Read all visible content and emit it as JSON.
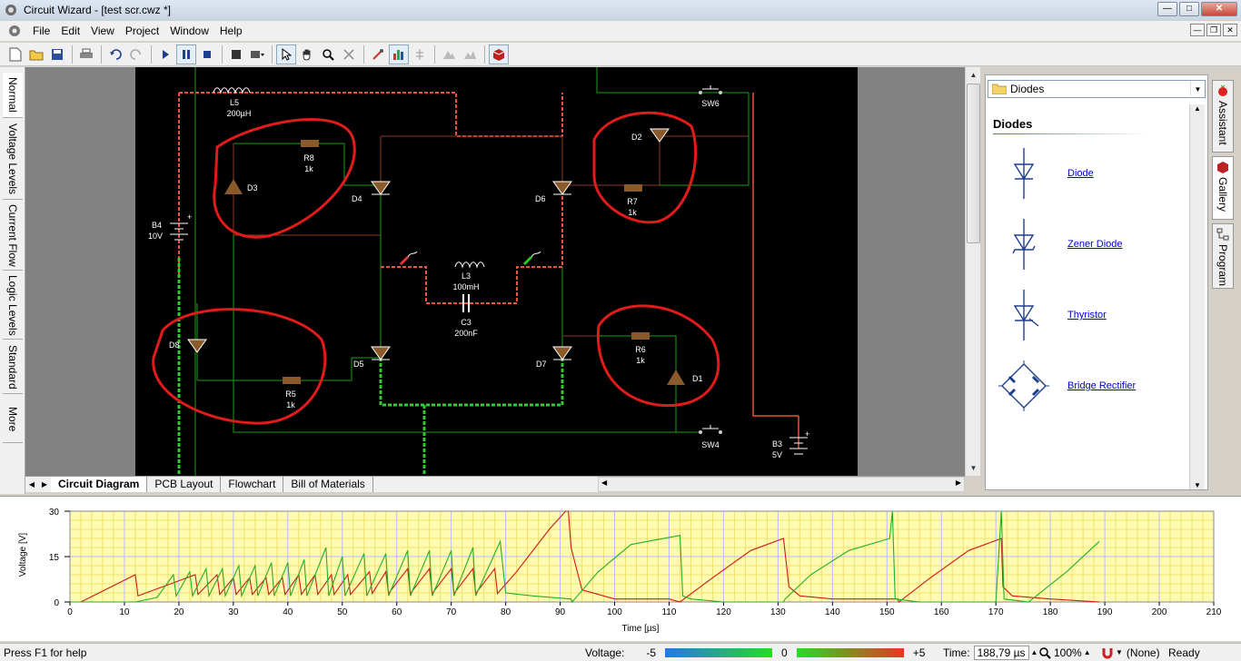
{
  "window": {
    "title": "Circuit Wizard - [test scr.cwz *]"
  },
  "menu": {
    "items": [
      "File",
      "Edit",
      "View",
      "Project",
      "Window",
      "Help"
    ]
  },
  "left_tabs": [
    "Normal",
    "Voltage Levels",
    "Current Flow",
    "Logic Levels",
    "Standard",
    "More"
  ],
  "bottom_tabs": [
    "Circuit Diagram",
    "PCB Layout",
    "Flowchart",
    "Bill of Materials"
  ],
  "circuit": {
    "labels": {
      "l5": "L5",
      "l5v": "200µH",
      "r8": "R8",
      "r8v": "1k",
      "d3": "D3",
      "d4": "D4",
      "d6": "D6",
      "d2": "D2",
      "r7": "R7",
      "r7v": "1k",
      "sw6": "SW6",
      "b4": "B4",
      "b4v": "10V",
      "l3": "L3",
      "l3v": "100mH",
      "c3": "C3",
      "c3v": "200nF",
      "d8": "D8",
      "d5": "D5",
      "r5": "R5",
      "r5v": "1k",
      "d7": "D7",
      "r6": "R6",
      "r6v": "1k",
      "d1": "D1",
      "sw4": "SW4",
      "b3": "B3",
      "b3v": "5V",
      "plus1": "+",
      "plus2": "+"
    },
    "colors": {
      "red_wire": "#e8533b",
      "green_wire": "#2ecc2e",
      "annotation": "#e01b1b",
      "component": "#8b5a2b"
    }
  },
  "panel": {
    "selector": "Diodes",
    "heading": "Diodes",
    "items": [
      "Diode",
      "Zener Diode",
      "Thyristor",
      "Bridge Rectifier"
    ]
  },
  "right_tabs": [
    {
      "label": "Assistant",
      "icon": "tomato-icon"
    },
    {
      "label": "Gallery",
      "icon": "gallery-box-icon"
    },
    {
      "label": "Program",
      "icon": "program-icon"
    }
  ],
  "graph": {
    "ylabel": "Voltage [V]",
    "xlabel": "Time [µs]",
    "yticks": [
      "30",
      "15",
      "0"
    ],
    "xticks": [
      "0",
      "10",
      "20",
      "30",
      "40",
      "50",
      "60",
      "70",
      "80",
      "90",
      "100",
      "110",
      "120",
      "130",
      "140",
      "150",
      "160",
      "170",
      "180",
      "190",
      "200",
      "210"
    ],
    "xlim": [
      0,
      210
    ],
    "ylim": [
      0,
      30
    ]
  },
  "status": {
    "help": "Press F1 for help",
    "voltage_label": "Voltage:",
    "v_min": "-5",
    "v_mid": "0",
    "v_max": "+5",
    "time_label": "Time:",
    "time_value": "188,79 µs",
    "zoom": "100%",
    "probe": "(None)",
    "ready": "Ready"
  },
  "chart_data": {
    "type": "line",
    "title": "",
    "xlabel": "Time [µs]",
    "ylabel": "Voltage [V]",
    "xlim": [
      0,
      210
    ],
    "ylim": [
      0,
      30
    ],
    "grid": true,
    "series": [
      {
        "color": "#cc1a1a",
        "x": [
          2,
          12,
          12.5,
          23,
          23.5,
          27,
          27.5,
          30,
          30.5,
          33,
          33.5,
          36,
          36.5,
          39,
          39.5,
          42,
          42.5,
          45,
          45.5,
          48,
          48.5,
          51,
          51.5,
          55,
          55.5,
          58,
          58.5,
          62,
          62.5,
          66,
          66.5,
          70,
          70.5,
          74,
          74.5,
          78,
          78.5,
          82,
          88,
          91,
          91.5,
          92,
          94,
          100,
          110,
          112,
          118,
          125,
          131,
          132,
          134,
          140,
          152,
          152.2,
          158,
          165,
          171,
          171.3,
          173,
          180,
          189
        ],
        "y": [
          0,
          9,
          2,
          9,
          2.5,
          9,
          2.5,
          8,
          2.5,
          8,
          2.5,
          8,
          2.5,
          8,
          2.5,
          9,
          2.5,
          9,
          2.5,
          9,
          2.5,
          9,
          2.5,
          10,
          2.8,
          10,
          2.8,
          11,
          2.8,
          11,
          2.8,
          11,
          2.8,
          11,
          2.8,
          11,
          2.8,
          10,
          24,
          30,
          30,
          18,
          4,
          1,
          1,
          0,
          8,
          17,
          21,
          5,
          2,
          1,
          1,
          0,
          8,
          17,
          21,
          5,
          2,
          1,
          0
        ]
      },
      {
        "color": "#23b023",
        "x": [
          0,
          12,
          16,
          19,
          19.5,
          22,
          22.5,
          25,
          25.5,
          28,
          28.5,
          31,
          31.5,
          34,
          34.5,
          37,
          37.5,
          40,
          40.5,
          43,
          43.5,
          47,
          47.5,
          50,
          50.5,
          54,
          54.5,
          58,
          58.5,
          62,
          62.5,
          66,
          66.5,
          70,
          70.5,
          74,
          74.5,
          79,
          80,
          85,
          92,
          92.2,
          97,
          103,
          112,
          112.5,
          114,
          120,
          131,
          131.3,
          136,
          143,
          150.5,
          151,
          151.5,
          156,
          170,
          171,
          171.5,
          176,
          183,
          189
        ],
        "y": [
          0,
          0,
          1.5,
          9,
          2,
          10,
          2,
          11,
          2,
          11,
          2,
          12,
          2,
          12,
          2,
          13,
          2,
          13,
          2,
          14,
          2,
          18,
          2,
          15,
          2,
          16,
          2,
          16,
          2,
          17,
          2,
          17,
          2,
          17,
          2,
          18,
          2,
          20,
          3,
          2,
          1,
          0,
          10,
          19,
          22,
          2,
          1,
          0,
          0,
          1,
          9,
          17,
          21,
          30,
          1,
          0,
          0,
          30,
          1,
          0,
          10,
          20
        ]
      }
    ]
  }
}
